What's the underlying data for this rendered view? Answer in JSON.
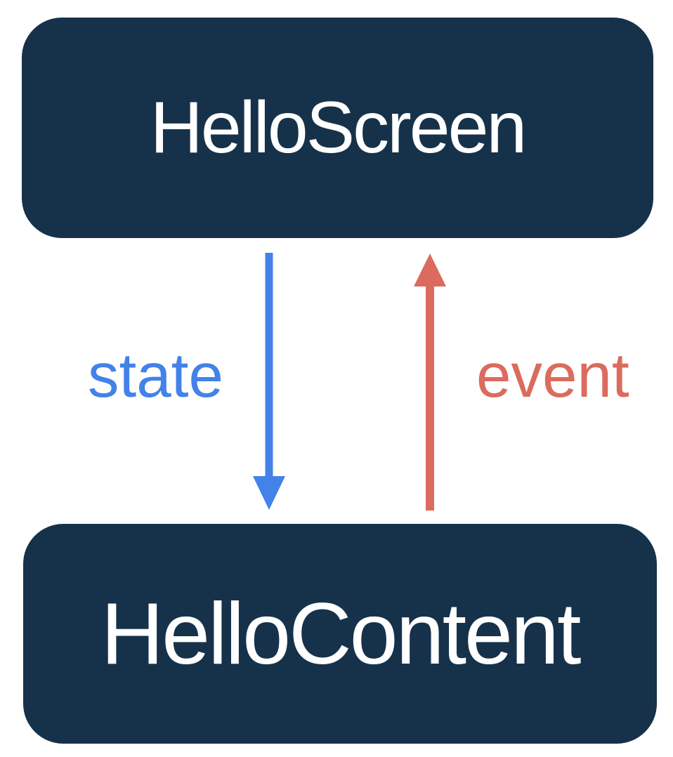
{
  "diagram": {
    "description": "unidirectional data flow between two composables",
    "boxes": {
      "top": {
        "label": "HelloScreen"
      },
      "bottom": {
        "label": "HelloContent"
      }
    },
    "arrows": [
      {
        "id": "state",
        "label": "state",
        "direction": "down",
        "from": "HelloScreen",
        "to": "HelloContent",
        "color": "#4382E8"
      },
      {
        "id": "event",
        "label": "event",
        "direction": "up",
        "from": "HelloContent",
        "to": "HelloScreen",
        "color": "#DB6B5E"
      }
    ]
  },
  "colors": {
    "box_fill_navy": "#16324A",
    "box_text_white": "#FFFFFF",
    "state_blue": "#4382E8",
    "event_red": "#DB6B5E",
    "background": "#FFFFFF"
  }
}
